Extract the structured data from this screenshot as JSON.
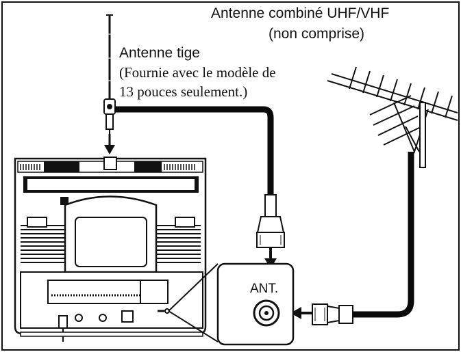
{
  "labels": {
    "combo_antenna_line1": "Antenne combiné UHF/VHF",
    "combo_antenna_line2": "(non comprise)",
    "rod_antenna_title": "Antenne tige",
    "rod_antenna_note_line1": "(Fournie avec le modèle de",
    "rod_antenna_note_line2": "13 pouces seulement.)",
    "ant_terminal": "ANT."
  },
  "colors": {
    "line": "#111111",
    "cable": "#0a0a0a",
    "background": "#ffffff",
    "shade": "#555555"
  }
}
